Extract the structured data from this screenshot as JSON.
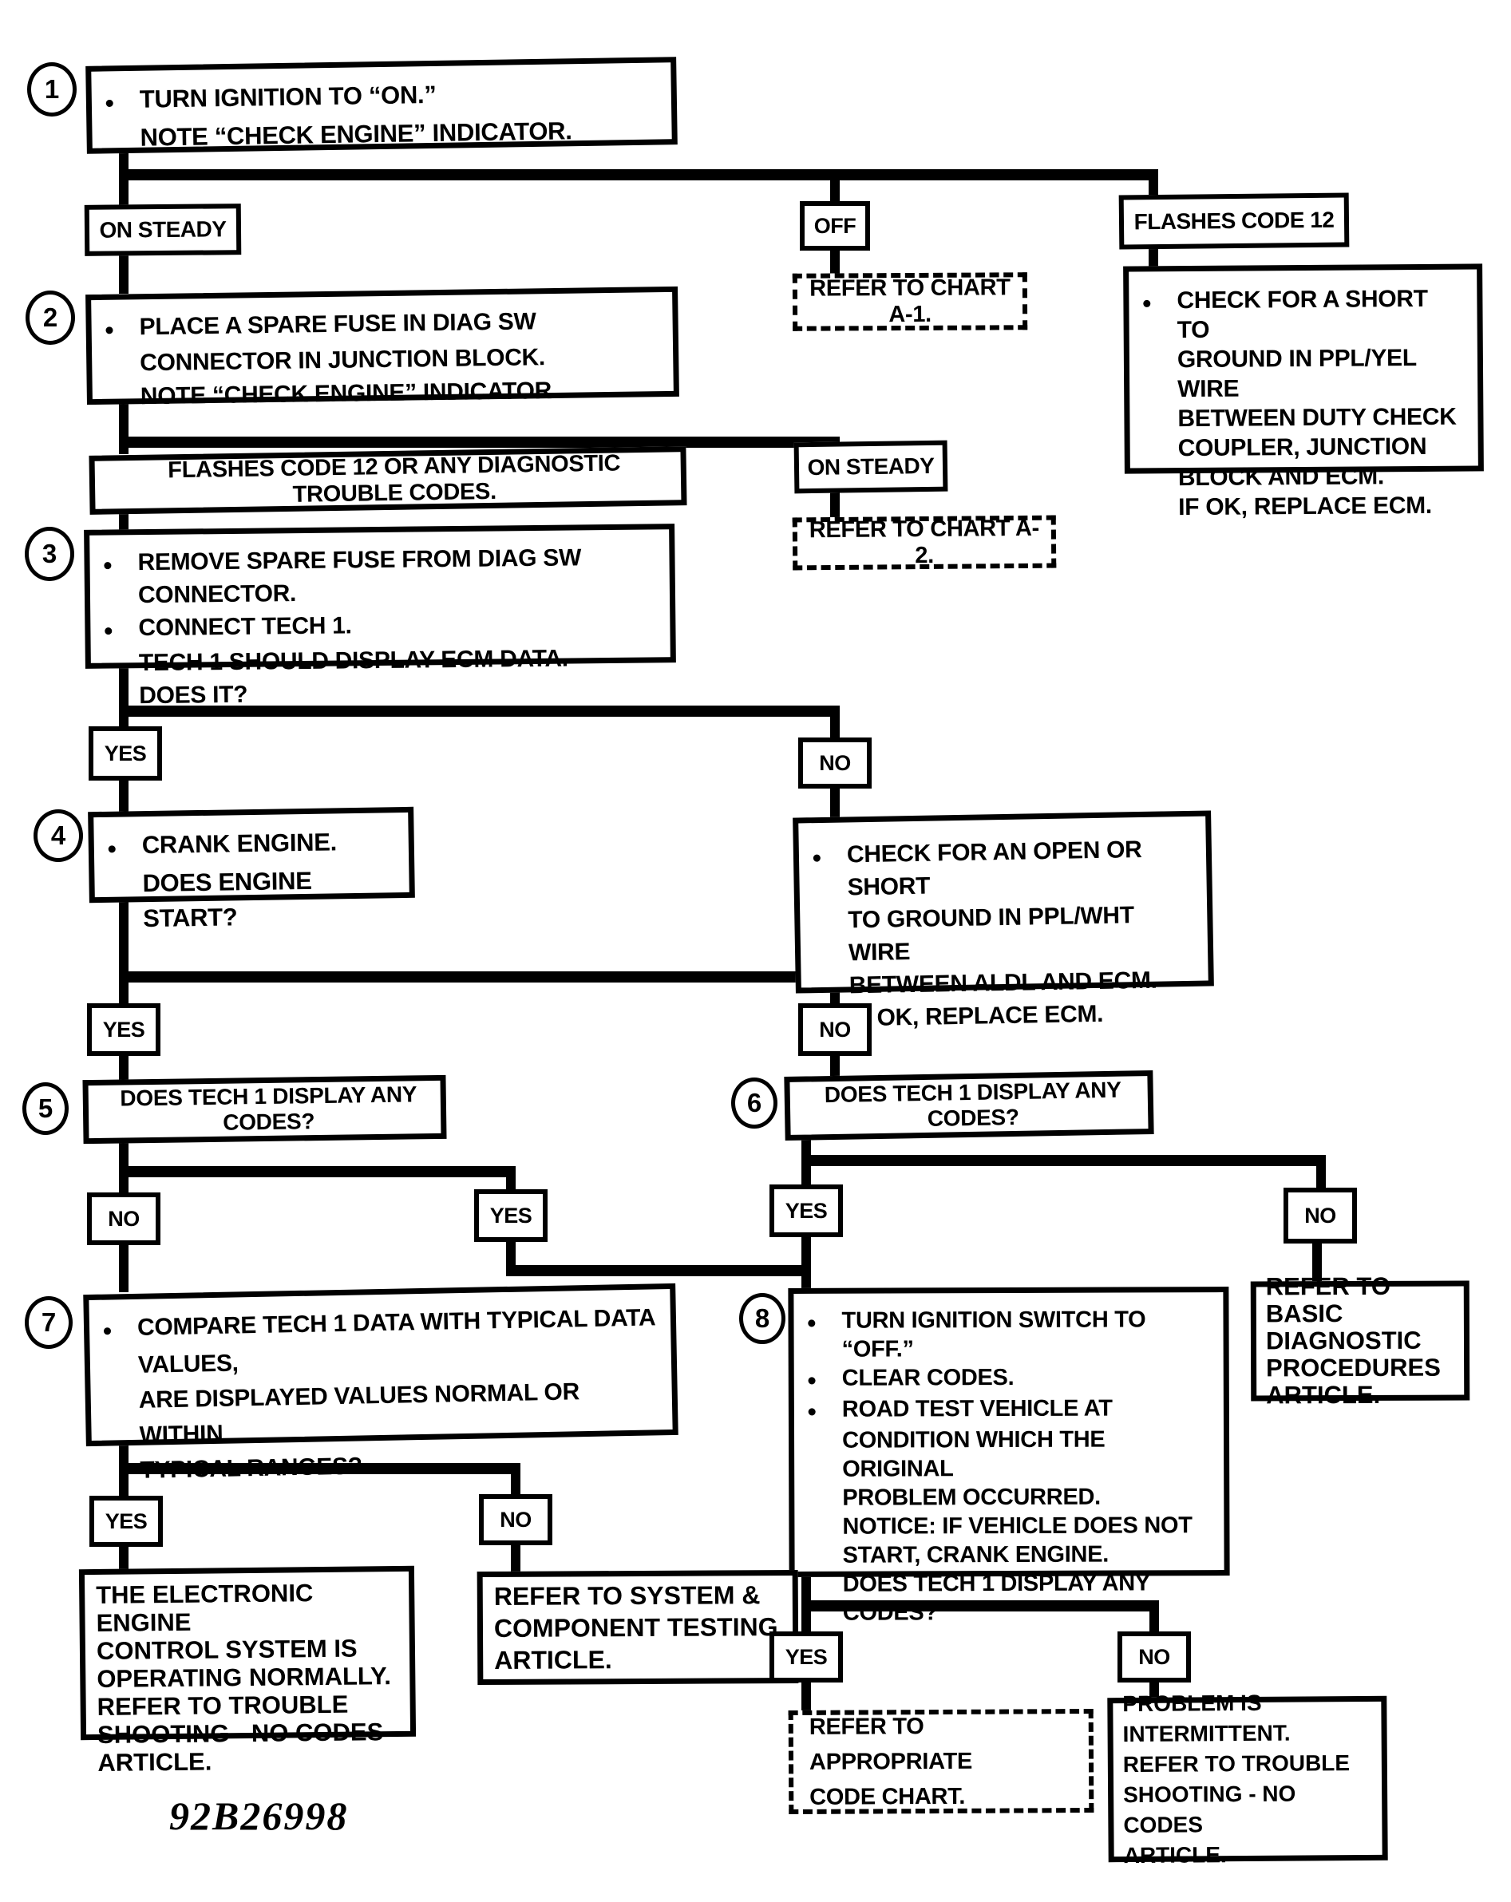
{
  "page": {
    "background": "#ffffff",
    "ink": "#000000",
    "footer_code": "92B26998"
  },
  "icons": {
    "bullet": "●"
  },
  "labels": {
    "yes": "YES",
    "no": "NO"
  },
  "flow": {
    "step1": {
      "number": "1",
      "lines": [
        "TURN IGNITION TO “ON.”",
        "NOTE “CHECK ENGINE” INDICATOR."
      ]
    },
    "cond_on_steady_1": {
      "text": "ON STEADY"
    },
    "cond_off": {
      "text": "OFF"
    },
    "cond_flashes_12": {
      "text": "FLASHES CODE 12"
    },
    "ref_chart_a1": {
      "text": "REFER TO CHART A-1."
    },
    "check_short_pplyel": {
      "lines": [
        "CHECK FOR A SHORT TO",
        "GROUND IN PPL/YEL WIRE",
        "BETWEEN DUTY CHECK",
        "COUPLER, JUNCTION",
        "BLOCK AND ECM.",
        "IF OK, REPLACE ECM."
      ]
    },
    "step2": {
      "number": "2",
      "lines": [
        "PLACE A SPARE FUSE IN DIAG SW",
        "CONNECTOR IN JUNCTION BLOCK.",
        "NOTE “CHECK ENGINE” INDICATOR."
      ]
    },
    "cond_flashes_any": {
      "text": "FLASHES CODE 12 OR ANY DIAGNOSTIC TROUBLE CODES."
    },
    "cond_on_steady_2": {
      "text": "ON STEADY"
    },
    "ref_chart_a2": {
      "text": "REFER TO CHART A-2."
    },
    "step3": {
      "number": "3",
      "lines": [
        "REMOVE SPARE FUSE FROM DIAG SW CONNECTOR.",
        "CONNECT TECH 1.",
        "TECH 1 SHOULD DISPLAY ECM DATA.",
        "DOES IT?"
      ]
    },
    "step4": {
      "number": "4",
      "lines": [
        "CRANK ENGINE.",
        "DOES ENGINE START?"
      ]
    },
    "check_open_pplwht": {
      "lines": [
        "CHECK FOR AN OPEN OR SHORT",
        "TO GROUND IN PPL/WHT WIRE",
        "BETWEEN ALDL AND ECM.",
        "IF OK, REPLACE ECM."
      ]
    },
    "step5": {
      "number": "5",
      "text": "DOES TECH 1 DISPLAY ANY CODES?"
    },
    "step6": {
      "number": "6",
      "text": "DOES TECH 1 DISPLAY ANY CODES?"
    },
    "step7": {
      "number": "7",
      "lines": [
        "COMPARE TECH 1 DATA WITH TYPICAL DATA",
        "VALUES,",
        "ARE DISPLAYED VALUES NORMAL OR WITHIN",
        "TYPICAL RANGES?"
      ]
    },
    "step8": {
      "number": "8",
      "lines": [
        "TURN IGNITION SWITCH TO “OFF.”",
        "CLEAR CODES.",
        "ROAD TEST VEHICLE AT",
        "CONDITION WHICH THE ORIGINAL",
        "PROBLEM OCCURRED.",
        "NOTICE:  IF VEHICLE DOES NOT",
        "START, CRANK ENGINE.",
        "DOES TECH 1 DISPLAY ANY",
        "CODES?"
      ]
    },
    "ref_basic": {
      "lines": [
        "REFER TO BASIC",
        "DIAGNOSTIC",
        "PROCEDURES",
        "ARTICLE."
      ]
    },
    "normal_operation": {
      "lines": [
        "THE ELECTRONIC ENGINE",
        "CONTROL SYSTEM IS",
        "OPERATING NORMALLY.",
        "REFER TO TROUBLE",
        "SHOOTING - NO CODES",
        "ARTICLE."
      ]
    },
    "ref_system": {
      "lines": [
        "REFER TO SYSTEM &",
        "COMPONENT TESTING",
        "ARTICLE."
      ]
    },
    "ref_appropriate": {
      "lines": [
        "REFER TO APPROPRIATE",
        "CODE CHART."
      ]
    },
    "problem_intermittent": {
      "lines": [
        "PROBLEM IS INTERMITTENT.",
        "REFER TO TROUBLE",
        "SHOOTING - NO CODES",
        "ARTICLE."
      ]
    }
  }
}
